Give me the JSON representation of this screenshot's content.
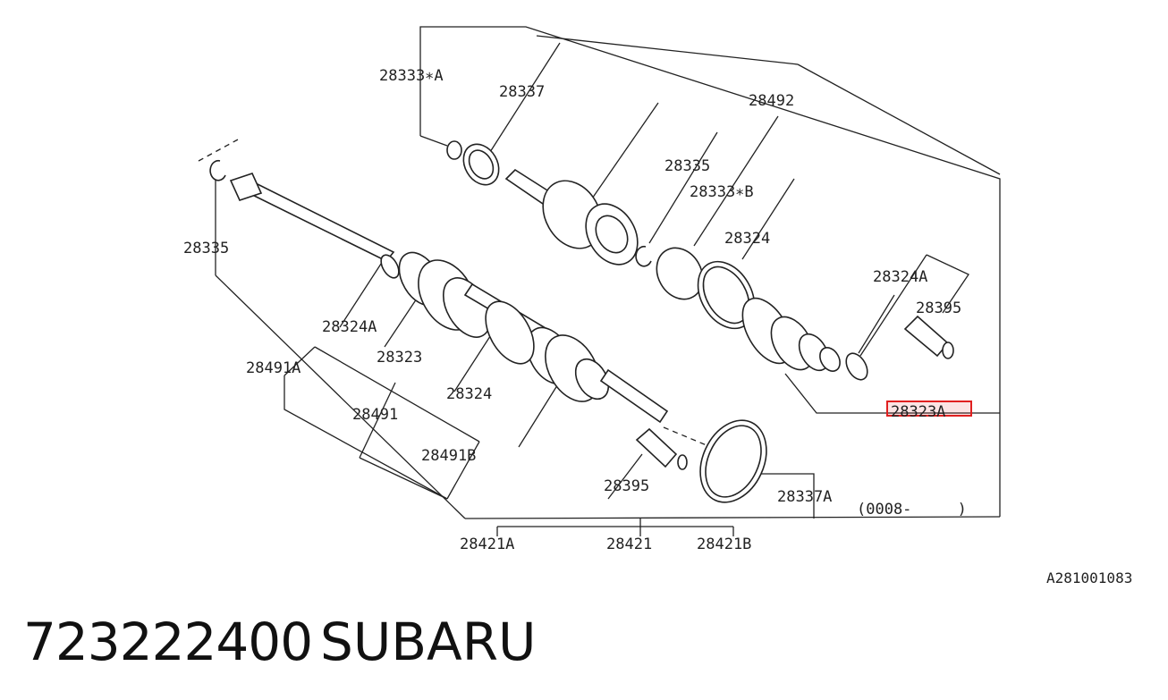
{
  "diagram": {
    "labels": {
      "p28333A": "28333∗A",
      "p28337": "28337",
      "p28492": "28492",
      "p28335_top": "28335",
      "p28333B": "28333∗B",
      "p28324_top": "28324",
      "p28324A_right": "28324A",
      "p28395_right": "28395",
      "p28335_left": "28335",
      "p28324A_left": "28324A",
      "p28323": "28323",
      "p28491A": "28491A",
      "p28324_mid": "28324",
      "p28491": "28491",
      "p28491B": "28491B",
      "p28395_bottom": "28395",
      "p28337A": "28337A",
      "p28323A": "28323A",
      "date_range": "(0008-     )",
      "p28421A": "28421A",
      "p28421": "28421",
      "p28421B": "28421B"
    },
    "reference_code": "A281001083",
    "highlight_color": "#e02020"
  },
  "footer": {
    "part_number": "723222400",
    "brand": "SUBARU"
  }
}
